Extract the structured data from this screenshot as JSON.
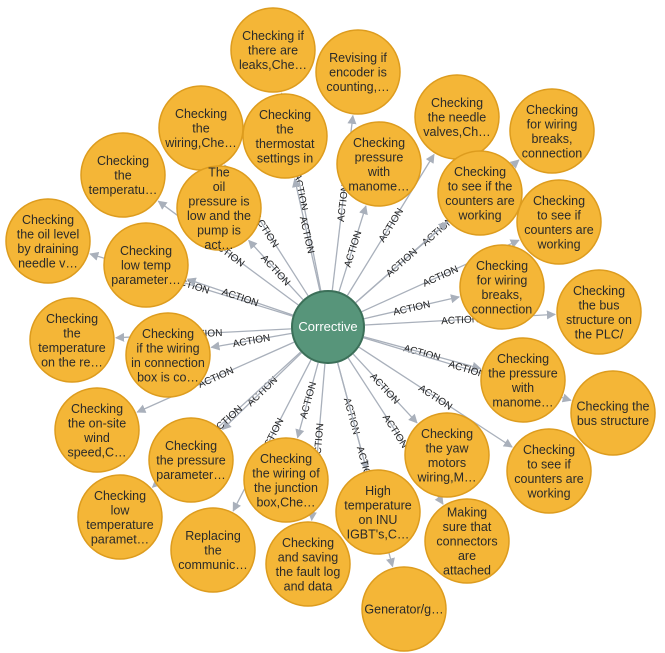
{
  "colors": {
    "center_fill": "#57957a",
    "center_stroke": "#3b6f58",
    "node_fill": "#f4b637",
    "node_stroke": "#dd9c1e",
    "edge": "#a9b0bb"
  },
  "center": {
    "id": "corrective",
    "label": "Corrective"
  },
  "relationship_label": "ACTION",
  "nodes": [
    {
      "id": "n1",
      "lines": [
        "Checking if",
        "there are",
        "leaks,Che…"
      ]
    },
    {
      "id": "n2",
      "lines": [
        "Revising if",
        "encoder is",
        "counting,…"
      ]
    },
    {
      "id": "n3",
      "lines": [
        "Checking",
        "the needle",
        "valves,Ch…"
      ]
    },
    {
      "id": "n4",
      "lines": [
        "Checking",
        "for wiring",
        "breaks,",
        "connection"
      ]
    },
    {
      "id": "n5",
      "lines": [
        "Checking",
        "the",
        "wiring,Che…"
      ]
    },
    {
      "id": "n6",
      "lines": [
        "Checking",
        "the",
        "thermostat",
        "settings in"
      ]
    },
    {
      "id": "n7",
      "lines": [
        "Checking",
        "pressure",
        "with",
        "manome…"
      ]
    },
    {
      "id": "n8",
      "lines": [
        "Checking",
        "to see if the",
        "counters are",
        "working"
      ]
    },
    {
      "id": "n9",
      "lines": [
        "Checking",
        "to see if",
        "counters are",
        "working"
      ]
    },
    {
      "id": "n10",
      "lines": [
        "Checking",
        "the",
        "temperatu…"
      ]
    },
    {
      "id": "n11",
      "lines": [
        "The",
        "oil",
        "pressure is",
        "low and the",
        "pump is",
        "act…"
      ]
    },
    {
      "id": "n12",
      "lines": [
        "Checking",
        "the oil level",
        "by draining",
        "needle v…"
      ]
    },
    {
      "id": "n13",
      "lines": [
        "Checking",
        "low temp",
        "parameter…"
      ]
    },
    {
      "id": "n14",
      "lines": [
        "Checking",
        "for wiring",
        "breaks,",
        "connection"
      ]
    },
    {
      "id": "n15",
      "lines": [
        "Checking",
        "the bus",
        "structure on",
        "the PLC/"
      ]
    },
    {
      "id": "n16",
      "lines": [
        "Checking",
        "the",
        "temperature",
        "on the re…"
      ]
    },
    {
      "id": "n17",
      "lines": [
        "Checking",
        "if the wiring",
        "in connection",
        "box is co…"
      ]
    },
    {
      "id": "n18",
      "lines": [
        "Checking",
        "the pressure",
        "with",
        "manome…"
      ]
    },
    {
      "id": "n19",
      "lines": [
        "Checking the",
        "bus structure"
      ]
    },
    {
      "id": "n20",
      "lines": [
        "Checking",
        "the on-site",
        "wind",
        "speed,C…"
      ]
    },
    {
      "id": "n21",
      "lines": [
        "Checking",
        "the pressure",
        "parameter…"
      ]
    },
    {
      "id": "n22",
      "lines": [
        "Checking",
        "the wiring of",
        "the junction",
        "box,Che…"
      ]
    },
    {
      "id": "n23",
      "lines": [
        "Checking",
        "the yaw",
        "motors",
        "wiring,M…"
      ]
    },
    {
      "id": "n24",
      "lines": [
        "Checking",
        "to see if",
        "counters are",
        "working"
      ]
    },
    {
      "id": "n25",
      "lines": [
        "Checking",
        "low",
        "temperature",
        "paramet…"
      ]
    },
    {
      "id": "n26",
      "lines": [
        "High",
        "temperature",
        "on INU",
        "IGBT's,C…"
      ]
    },
    {
      "id": "n27",
      "lines": [
        "Making",
        "sure that",
        "connectors",
        "are",
        "attached"
      ]
    },
    {
      "id": "n28",
      "lines": [
        "Replacing",
        "the",
        "communic…"
      ]
    },
    {
      "id": "n29",
      "lines": [
        "Checking",
        "and saving",
        "the fault log",
        "and data"
      ]
    },
    {
      "id": "n30",
      "lines": [
        "Generator/g…"
      ]
    }
  ]
}
